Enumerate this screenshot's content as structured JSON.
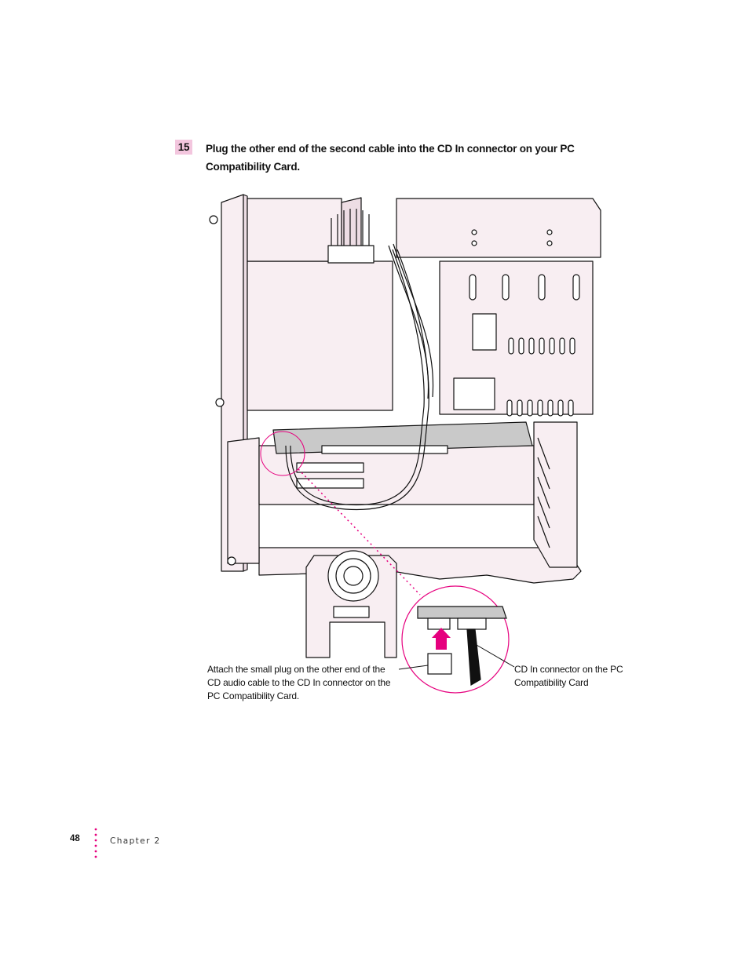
{
  "step": {
    "number": "15",
    "text": "Plug the other end of the second cable into the CD In connector on your PC Compatibility Card."
  },
  "callouts": {
    "left": "Attach the small plug on the other end of the CD audio cable to the CD In connector on the PC Compatibility Card.",
    "right": "CD In connector on the PC Compatibility Card"
  },
  "footer": {
    "page_number": "48",
    "chapter": "Chapter 2"
  },
  "colors": {
    "accent": "#e6007e",
    "chassis_fill": "#f8eef2",
    "card_fill": "#c9c9c9"
  },
  "icons": {
    "insert_arrow": "arrow-up-icon",
    "highlight": "circle-highlight"
  }
}
